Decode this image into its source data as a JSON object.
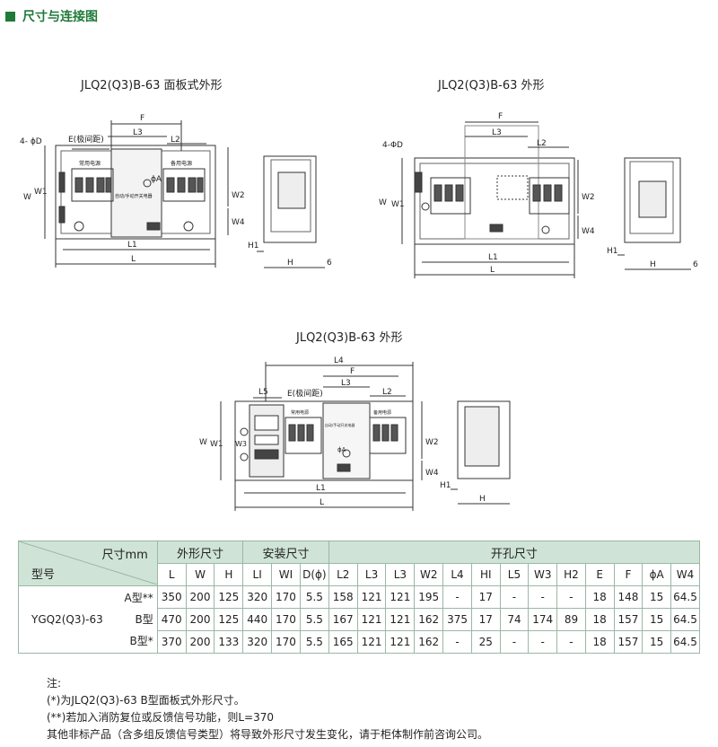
{
  "section_title": "尺寸与连接图",
  "diagrams": [
    {
      "caption": "JLQ2(Q3)B-63 面板式外形",
      "labels": {
        "hole": "4- ϕD",
        "E": "E(极间距)",
        "F": "F",
        "L3": "L3",
        "L2": "L2",
        "W": "W",
        "W1": "W1",
        "W2": "W2",
        "W4": "W4",
        "phiA": "ϕA",
        "L1": "L1",
        "L": "L",
        "H1": "H1",
        "H": "H",
        "six": "6",
        "sw1": "常用电源",
        "sw2": "备用电源",
        "ctl": "自动/手动开关电器"
      }
    },
    {
      "caption": "JLQ2(Q3)B-63 外形",
      "labels": {
        "hole": "4-ΦD",
        "F": "F",
        "L3": "L3",
        "L2": "L2",
        "W": "W",
        "W1": "W1",
        "W2": "W2",
        "W4": "W4",
        "L1": "L1",
        "L": "L",
        "H1": "H1",
        "H": "H",
        "six": "6"
      }
    },
    {
      "caption": "JLQ2(Q3)B-63 外形",
      "labels": {
        "L4": "L4",
        "F": "F",
        "L5": "L5",
        "E": "E(极间距)",
        "L3": "L3",
        "L2": "L2",
        "W": "W",
        "W1": "W1",
        "W3": "W3",
        "W2": "W2",
        "W4": "W4",
        "phiA": "ϕA",
        "L1": "L1",
        "L": "L",
        "H1": "H1",
        "H": "H",
        "sw1": "常用电源",
        "sw2": "备用电源",
        "ctl": "自动/手动开关电器"
      }
    }
  ],
  "table": {
    "corner_top": "尺寸mm",
    "corner_bottom": "型号",
    "groups": [
      "外形尺寸",
      "安装尺寸",
      "开孔尺寸"
    ],
    "columns": [
      "L",
      "W",
      "H",
      "LI",
      "WI",
      "D(ϕ)",
      "L2",
      "L3",
      "L3",
      "W2",
      "L4",
      "HI",
      "L5",
      "W3",
      "H2",
      "E",
      "F",
      "ϕA",
      "W4"
    ],
    "model": "YGQ2(Q3)-63",
    "rows": [
      {
        "type": "A型**",
        "values": [
          "350",
          "200",
          "125",
          "320",
          "170",
          "5.5",
          "158",
          "121",
          "121",
          "195",
          "-",
          "17",
          "-",
          "-",
          "-",
          "18",
          "148",
          "15",
          "64.5"
        ]
      },
      {
        "type": "B型",
        "values": [
          "470",
          "200",
          "125",
          "440",
          "170",
          "5.5",
          "167",
          "121",
          "121",
          "162",
          "375",
          "17",
          "74",
          "174",
          "89",
          "18",
          "157",
          "15",
          "64.5"
        ]
      },
      {
        "type": "B型*",
        "values": [
          "370",
          "200",
          "133",
          "320",
          "170",
          "5.5",
          "165",
          "121",
          "121",
          "162",
          "-",
          "25",
          "-",
          "-",
          "-",
          "18",
          "157",
          "15",
          "64.5"
        ]
      }
    ]
  },
  "notes": [
    "注:",
    "(*)为JLQ2(Q3)-63 B型面板式外形尺寸。",
    "(**)若加入消防复位或反馈信号功能，则L=370",
    "其他非标产品（含多组反馈信号类型）将导致外形尺寸发生变化，请于柜体制作前咨询公司。"
  ],
  "colors": {
    "accent": "#1f7a3a",
    "header_bg": "#cfe4d6",
    "border": "#9bb7a6"
  }
}
